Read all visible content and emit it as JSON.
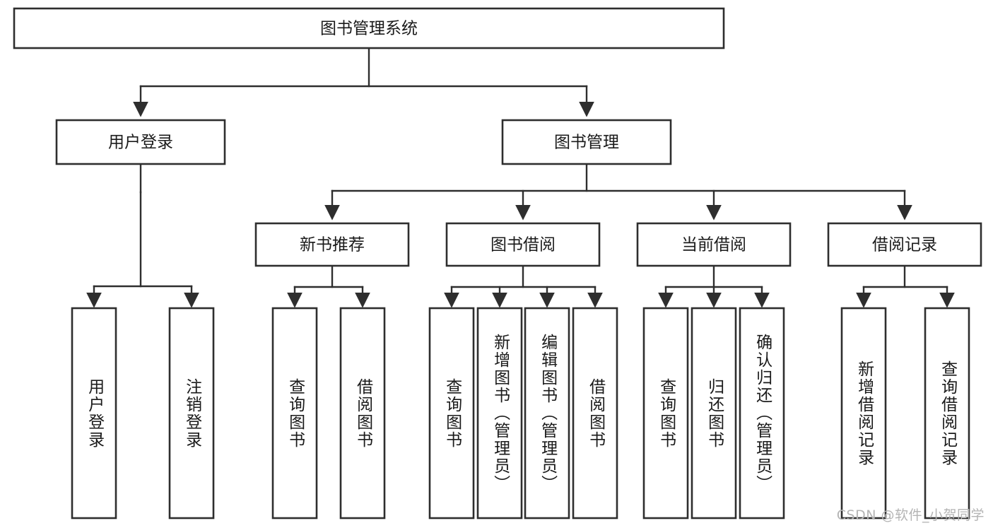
{
  "diagram": {
    "type": "tree-hierarchy",
    "title": "图书管理系统",
    "root": {
      "id": "root",
      "label": "图书管理系统",
      "level": 1
    },
    "level2": [
      {
        "id": "user-login",
        "label": "用户登录",
        "level": 2
      },
      {
        "id": "book-management",
        "label": "图书管理",
        "level": 2
      }
    ],
    "level3": [
      {
        "id": "new-book-recommend",
        "label": "新书推荐",
        "level": 3,
        "parent": "book-management"
      },
      {
        "id": "book-borrow",
        "label": "图书借阅",
        "level": 3,
        "parent": "book-management"
      },
      {
        "id": "current-borrow",
        "label": "当前借阅",
        "level": 3,
        "parent": "book-management"
      },
      {
        "id": "borrow-record",
        "label": "借阅记录",
        "level": 3,
        "parent": "book-management"
      }
    ],
    "leaves": [
      {
        "id": "leaf-user-login",
        "label": "用户登录",
        "parent": "user-login",
        "orientation": "vertical"
      },
      {
        "id": "leaf-logout",
        "label": "注销登录",
        "parent": "user-login",
        "orientation": "vertical"
      },
      {
        "id": "leaf-query-book-1",
        "label": "查询图书",
        "parent": "new-book-recommend",
        "orientation": "vertical"
      },
      {
        "id": "leaf-borrow-book-1",
        "label": "借阅图书",
        "parent": "new-book-recommend",
        "orientation": "vertical"
      },
      {
        "id": "leaf-query-book-2",
        "label": "查询图书",
        "parent": "book-borrow",
        "orientation": "vertical"
      },
      {
        "id": "leaf-add-book",
        "label": "新增图书（管理员）",
        "parent": "book-borrow",
        "orientation": "vertical"
      },
      {
        "id": "leaf-edit-book",
        "label": "编辑图书（管理员）",
        "parent": "book-borrow",
        "orientation": "vertical"
      },
      {
        "id": "leaf-borrow-book-2",
        "label": "借阅图书",
        "parent": "book-borrow",
        "orientation": "vertical"
      },
      {
        "id": "leaf-query-book-3",
        "label": "查询图书",
        "parent": "current-borrow",
        "orientation": "vertical"
      },
      {
        "id": "leaf-return-book",
        "label": "归还图书",
        "parent": "current-borrow",
        "orientation": "vertical"
      },
      {
        "id": "leaf-confirm-return",
        "label": "确认归还（管理员）",
        "parent": "current-borrow",
        "orientation": "vertical"
      },
      {
        "id": "leaf-add-record",
        "label": "新增借阅记录",
        "parent": "borrow-record",
        "orientation": "vertical"
      },
      {
        "id": "leaf-query-record",
        "label": "查询借阅记录",
        "parent": "borrow-record",
        "orientation": "vertical"
      }
    ],
    "colors": {
      "stroke": "#2e2e2e",
      "fill": "#ffffff",
      "text": "#1a1a1a",
      "background": "#ffffff",
      "watermark": "#b4b4b4"
    }
  },
  "watermark": {
    "text": "CSDN @软件_小贺同学"
  }
}
